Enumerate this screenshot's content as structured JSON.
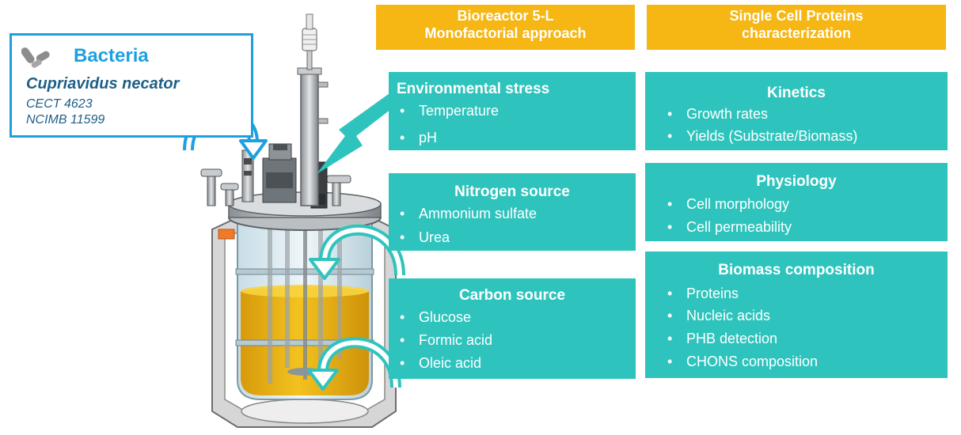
{
  "bacteria": {
    "title": "Bacteria",
    "species": "Cupriavidus necator",
    "strains": [
      "CECT 4623",
      "NCIMB 11599"
    ]
  },
  "headers": {
    "bioreactor": [
      "Bioreactor 5-L",
      "Monofactorial approach"
    ],
    "scp": [
      "Single Cell Proteins",
      "characterization"
    ]
  },
  "factors": [
    {
      "title": "Environmental stress",
      "items": [
        "Temperature",
        "pH"
      ]
    },
    {
      "title": "Nitrogen source",
      "items": [
        "Ammonium sulfate",
        "Urea"
      ]
    },
    {
      "title": "Carbon source",
      "items": [
        "Glucose",
        "Formic acid",
        "Oleic acid"
      ]
    }
  ],
  "characterization": [
    {
      "title": "Kinetics",
      "items": [
        "Growth rates",
        "Yields (Substrate/Biomass)"
      ]
    },
    {
      "title": "Physiology",
      "items": [
        "Cell morphology",
        "Cell permeability"
      ]
    },
    {
      "title": "Biomass composition",
      "items": [
        "Proteins",
        "Nucleic acids",
        "PHB detection",
        "CHONS composition"
      ]
    }
  ],
  "bullet": "•",
  "colors": {
    "teal": "#2ec4bd",
    "orange": "#f6b614",
    "bacteria_blue": "#1e9fe0",
    "species_navy": "#1f5f88",
    "broth_yellow": "#e8b516"
  },
  "icons": [
    "bacteria-icon",
    "curved-arrow-icon",
    "lightning-bolt-icon",
    "bioreactor-illustration"
  ]
}
